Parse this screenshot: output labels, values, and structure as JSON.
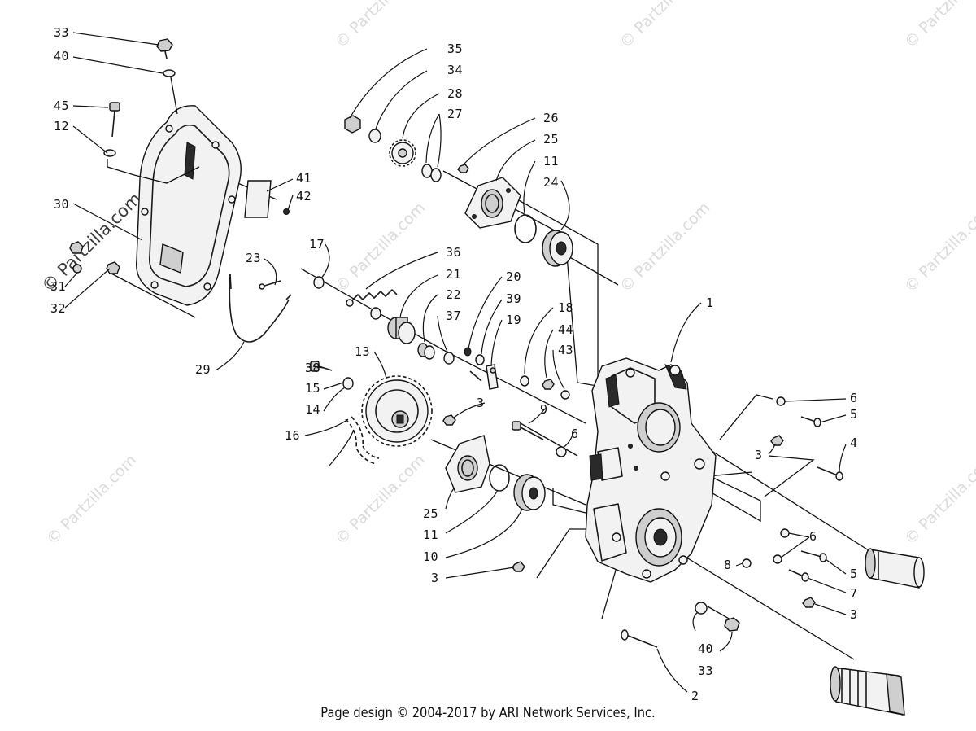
{
  "watermark": {
    "text": "© Partzilla.com"
  },
  "callouts": [
    {
      "id": "c33a",
      "label": "33"
    },
    {
      "id": "c40a",
      "label": "40"
    },
    {
      "id": "c45",
      "label": "45"
    },
    {
      "id": "c12",
      "label": "12"
    },
    {
      "id": "c30",
      "label": "30"
    },
    {
      "id": "c31",
      "label": "31"
    },
    {
      "id": "c32",
      "label": "32"
    },
    {
      "id": "c41",
      "label": "41"
    },
    {
      "id": "c42",
      "label": "42"
    },
    {
      "id": "c29",
      "label": "29"
    },
    {
      "id": "c23",
      "label": "23"
    },
    {
      "id": "c17",
      "label": "17"
    },
    {
      "id": "c35",
      "label": "35"
    },
    {
      "id": "c34",
      "label": "34"
    },
    {
      "id": "c28",
      "label": "28"
    },
    {
      "id": "c27",
      "label": "27"
    },
    {
      "id": "c26",
      "label": "26"
    },
    {
      "id": "c25a",
      "label": "25"
    },
    {
      "id": "c11a",
      "label": "11"
    },
    {
      "id": "c24",
      "label": "24"
    },
    {
      "id": "c36",
      "label": "36"
    },
    {
      "id": "c21",
      "label": "21"
    },
    {
      "id": "c22",
      "label": "22"
    },
    {
      "id": "c37",
      "label": "37"
    },
    {
      "id": "c20",
      "label": "20"
    },
    {
      "id": "c39",
      "label": "39"
    },
    {
      "id": "c19",
      "label": "19"
    },
    {
      "id": "c18",
      "label": "18"
    },
    {
      "id": "c44",
      "label": "44"
    },
    {
      "id": "c43",
      "label": "43"
    },
    {
      "id": "c1",
      "label": "1"
    },
    {
      "id": "c38",
      "label": "38"
    },
    {
      "id": "c15",
      "label": "15"
    },
    {
      "id": "c14",
      "label": "14"
    },
    {
      "id": "c13",
      "label": "13"
    },
    {
      "id": "c16",
      "label": "16"
    },
    {
      "id": "c3a",
      "label": "3"
    },
    {
      "id": "c9",
      "label": "9"
    },
    {
      "id": "c6a",
      "label": "6"
    },
    {
      "id": "c25b",
      "label": "25"
    },
    {
      "id": "c11b",
      "label": "11"
    },
    {
      "id": "c10",
      "label": "10"
    },
    {
      "id": "c3b",
      "label": "3"
    },
    {
      "id": "c6b",
      "label": "6"
    },
    {
      "id": "c5a",
      "label": "5"
    },
    {
      "id": "c3c",
      "label": "3"
    },
    {
      "id": "c4",
      "label": "4"
    },
    {
      "id": "c6c",
      "label": "6"
    },
    {
      "id": "c8",
      "label": "8"
    },
    {
      "id": "c5b",
      "label": "5"
    },
    {
      "id": "c7",
      "label": "7"
    },
    {
      "id": "c3d",
      "label": "3"
    },
    {
      "id": "c40b",
      "label": "40"
    },
    {
      "id": "c33b",
      "label": "33"
    },
    {
      "id": "c2",
      "label": "2"
    }
  ],
  "footer": {
    "text": "Page design © 2004-2017 by ARI Network Services, Inc."
  }
}
